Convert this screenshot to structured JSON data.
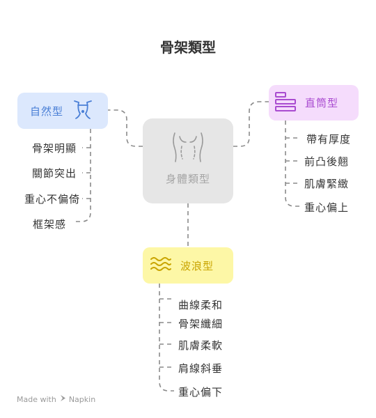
{
  "title": "骨架類型",
  "center": {
    "label": "身體類型",
    "icon": "torso-icon"
  },
  "branches": {
    "natural": {
      "label": "自然型",
      "icon": "waist-silhouette-icon",
      "color": "#4a7fd6",
      "fill": "#dce8fd",
      "items": [
        "骨架明顯",
        "關節突出",
        "重心不偏倚",
        "框架感"
      ]
    },
    "straight": {
      "label": "直筒型",
      "icon": "stacked-bars-icon",
      "color": "#a94bd0",
      "fill": "#f5dcfc",
      "items": [
        "帶有厚度",
        "前凸後翹",
        "肌膚緊緻",
        "重心偏上"
      ]
    },
    "wave": {
      "label": "波浪型",
      "icon": "waves-icon",
      "color": "#c9a400",
      "fill": "#fdf7a6",
      "items": [
        "曲線柔和",
        "骨架纖細",
        "肌膚柔軟",
        "肩線斜垂",
        "重心偏下"
      ]
    }
  },
  "footer": {
    "prefix": "Made with",
    "brand": "Napkin"
  }
}
